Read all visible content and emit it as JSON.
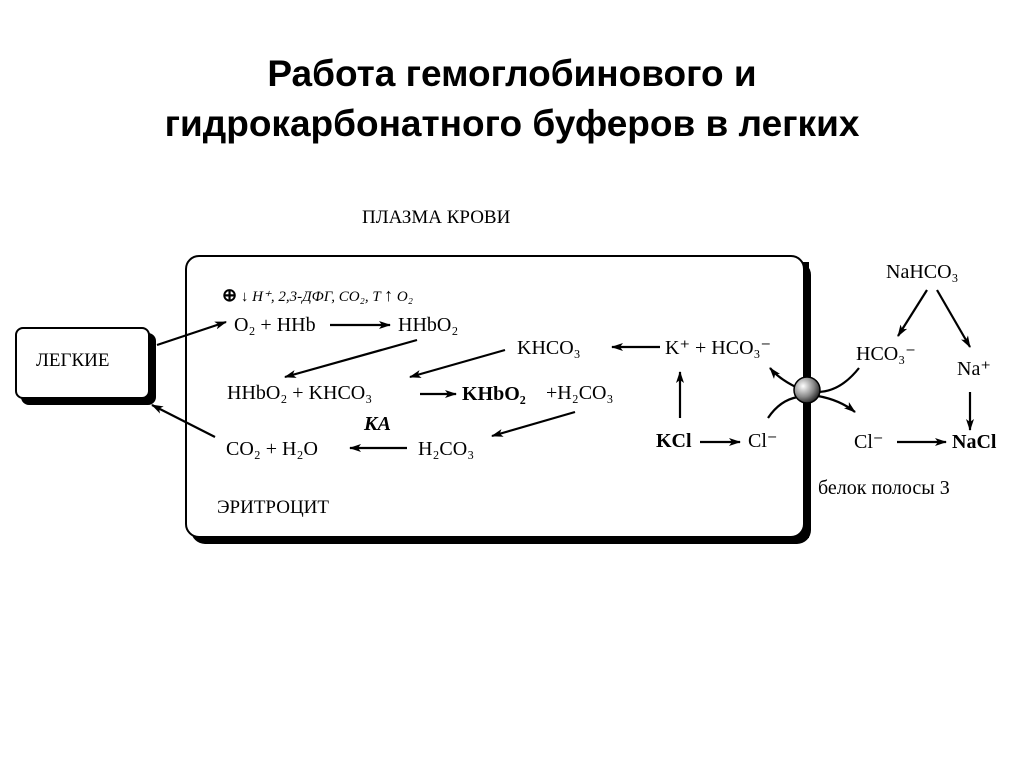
{
  "title": {
    "line1": "Работа гемоглобинового и",
    "line2": "гидрокарбонатного буферов в легких"
  },
  "labels": {
    "plasma": "ПЛАЗМА КРОВИ",
    "lungs": "ЛЕГКИЕ",
    "erythrocyte": "ЭРИТРОЦИТ",
    "band3": "белок полосы 3"
  },
  "regulators": {
    "plus": "⊕",
    "down": "↓",
    "factors": "H⁺, 2,3-ДФГ, CO₂, T",
    "up": "↑",
    "o2": "O₂"
  },
  "reactions": {
    "r1_left": "O₂ + HHb",
    "r1_right": "HHbO₂",
    "khco3": "KHCO₃",
    "k_hco3": "K⁺ + HCO₃⁻",
    "r2_left": "HHbO₂ + KHCO₃",
    "r2_khbo2": "KHbO₂",
    "r2_h2co3": "+H₂CO₃",
    "enzyme": "КА",
    "r3_left": "CO₂ + H₂O",
    "r3_right": "H₂CO₃",
    "kcl": "KCl",
    "cl_in": "Cl⁻"
  },
  "plasma_side": {
    "nahco3": "NaHCO₃",
    "hco3": "HCO₃⁻",
    "na": "Na⁺",
    "cl_out": "Cl⁻",
    "nacl": "NaCl"
  }
}
